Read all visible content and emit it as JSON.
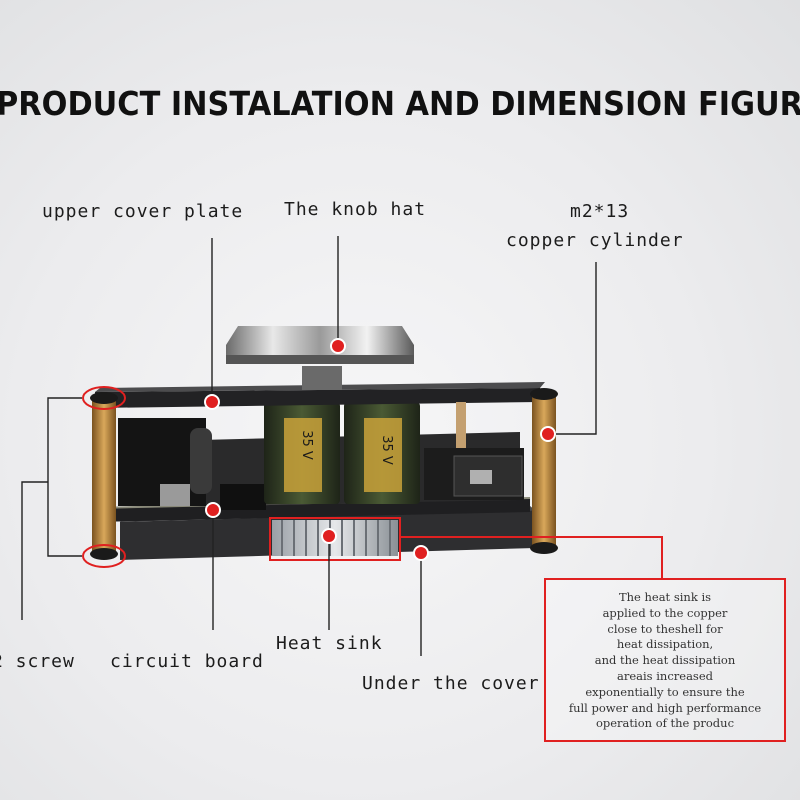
{
  "title": "PRODUCT INSTALATION AND DIMENSION FIGUR",
  "labels": {
    "upper_cover_plate": "upper cover plate",
    "knob_hat": "The knob hat",
    "copper_cylinder_size": "m2*13",
    "copper_cylinder": "copper cylinder",
    "screw": "2 screw",
    "circuit_board": "circuit board",
    "heat_sink": "Heat sink",
    "under_cover": "Under the cover"
  },
  "capacitor_marking": "35 V",
  "note_lines": [
    "The heat sink is",
    "applied to the copper",
    "close to theshell for",
    "heat dissipation,",
    "and the heat dissipation",
    "areais increased",
    "exponentially to ensure the",
    "full power and high performance",
    "operation of the produc"
  ],
  "colors": {
    "marker_red": "#e02020",
    "leader_line": "#222222",
    "plate": "#2a2a2c",
    "capacitor": "#3b4a2e",
    "copper": "#b8873f"
  }
}
